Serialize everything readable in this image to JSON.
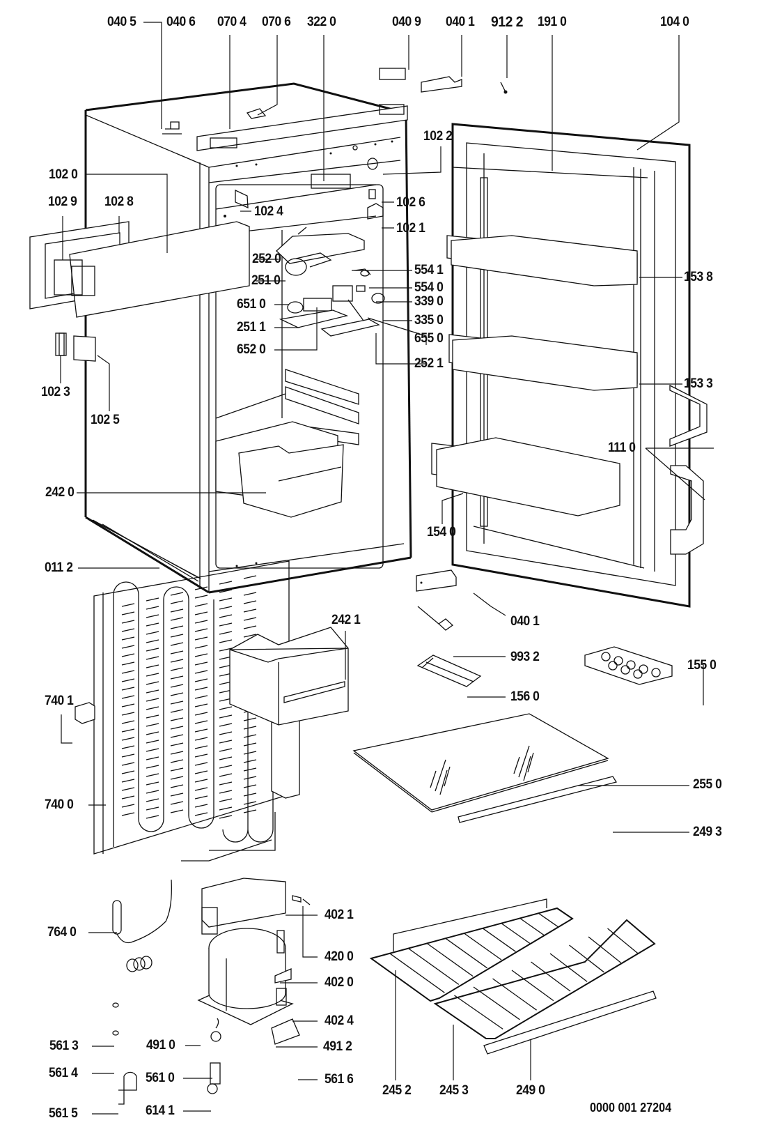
{
  "diagram": {
    "title": "Refrigerator exploded parts diagram",
    "document_id": "0000 001 27204",
    "parts": [
      {
        "id": "0405",
        "label": "040 5"
      },
      {
        "id": "0406",
        "label": "040 6"
      },
      {
        "id": "0704",
        "label": "070 4"
      },
      {
        "id": "0706",
        "label": "070 6"
      },
      {
        "id": "3220",
        "label": "322 0"
      },
      {
        "id": "0409",
        "label": "040 9"
      },
      {
        "id": "0401-top",
        "label": "040 1"
      },
      {
        "id": "9122",
        "label": "912 2"
      },
      {
        "id": "1910",
        "label": "191 0"
      },
      {
        "id": "1040",
        "label": "104 0"
      },
      {
        "id": "1022",
        "label": "102 2"
      },
      {
        "id": "1020",
        "label": "102 0"
      },
      {
        "id": "1029",
        "label": "102 9"
      },
      {
        "id": "1028",
        "label": "102 8"
      },
      {
        "id": "1024",
        "label": "102 4"
      },
      {
        "id": "1026",
        "label": "102 6"
      },
      {
        "id": "1021",
        "label": "102 1"
      },
      {
        "id": "2520",
        "label": "252 0"
      },
      {
        "id": "2510",
        "label": "251 0"
      },
      {
        "id": "5541",
        "label": "554 1"
      },
      {
        "id": "5540",
        "label": "554 0"
      },
      {
        "id": "6510",
        "label": "651 0"
      },
      {
        "id": "3390",
        "label": "339 0"
      },
      {
        "id": "3350",
        "label": "335 0"
      },
      {
        "id": "2511",
        "label": "251 1"
      },
      {
        "id": "6550",
        "label": "655 0"
      },
      {
        "id": "6520",
        "label": "652 0"
      },
      {
        "id": "2521",
        "label": "252 1"
      },
      {
        "id": "1538",
        "label": "153 8"
      },
      {
        "id": "1533",
        "label": "153 3"
      },
      {
        "id": "1023",
        "label": "102 3"
      },
      {
        "id": "1025",
        "label": "102 5"
      },
      {
        "id": "1110",
        "label": "111 0"
      },
      {
        "id": "2420",
        "label": "242 0"
      },
      {
        "id": "1540",
        "label": "154 0"
      },
      {
        "id": "0112",
        "label": "011 2"
      },
      {
        "id": "0401-bottom",
        "label": "040 1"
      },
      {
        "id": "2421",
        "label": "242 1"
      },
      {
        "id": "9932",
        "label": "993 2"
      },
      {
        "id": "1550",
        "label": "155 0"
      },
      {
        "id": "1560",
        "label": "156 0"
      },
      {
        "id": "7401",
        "label": "740 1"
      },
      {
        "id": "7400",
        "label": "740 0"
      },
      {
        "id": "2550",
        "label": "255 0"
      },
      {
        "id": "2493",
        "label": "249 3"
      },
      {
        "id": "4021",
        "label": "402 1"
      },
      {
        "id": "7640",
        "label": "764 0"
      },
      {
        "id": "4200",
        "label": "420 0"
      },
      {
        "id": "4020",
        "label": "402 0"
      },
      {
        "id": "4024",
        "label": "402 4"
      },
      {
        "id": "5613",
        "label": "561 3"
      },
      {
        "id": "4910",
        "label": "491 0"
      },
      {
        "id": "4912",
        "label": "491 2"
      },
      {
        "id": "5614",
        "label": "561 4"
      },
      {
        "id": "5610",
        "label": "561 0"
      },
      {
        "id": "5616",
        "label": "561 6"
      },
      {
        "id": "2452",
        "label": "245 2"
      },
      {
        "id": "2453",
        "label": "245 3"
      },
      {
        "id": "2490",
        "label": "249 0"
      },
      {
        "id": "5615",
        "label": "561 5"
      },
      {
        "id": "6141",
        "label": "614 1"
      }
    ]
  }
}
